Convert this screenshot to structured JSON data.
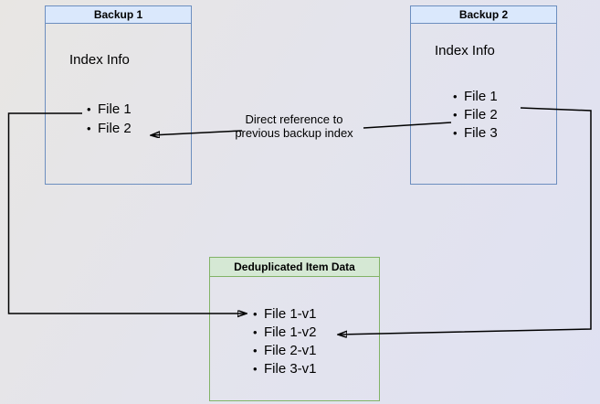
{
  "diagram": {
    "nodes": {
      "backup1": {
        "title": "Backup 1",
        "body_label": "Index Info",
        "items": [
          "File 1",
          "File 2"
        ]
      },
      "backup2": {
        "title": "Backup 2",
        "body_label": "Index Info",
        "items": [
          "File 1",
          "File 2",
          "File 3"
        ]
      },
      "dedup": {
        "title": "Deduplicated Item Data",
        "items": [
          "File 1-v1",
          "File 1-v2",
          "File 2-v1",
          "File 3-v1"
        ]
      }
    },
    "annotation": {
      "line1": "Direct reference to",
      "line2": "previous backup index"
    },
    "glyphs": {
      "bullet": "•"
    },
    "colors": {
      "blue_header_fill": "#dae8fc",
      "blue_border": "#6c8ebf",
      "green_header_fill": "#d5e8d4",
      "green_border": "#82b366",
      "arrow": "#000000"
    }
  }
}
